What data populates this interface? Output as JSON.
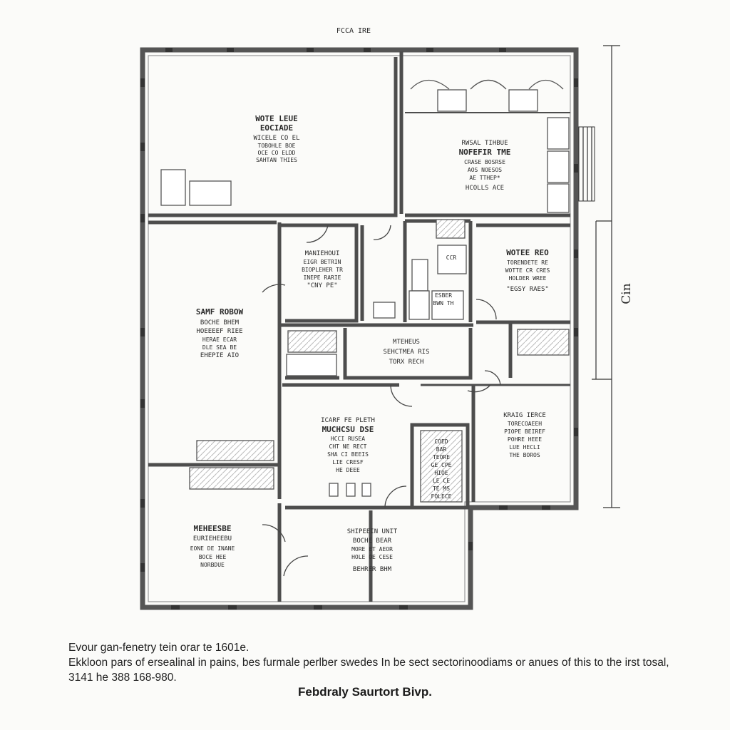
{
  "header": {
    "top_mark": "FCCA IRE"
  },
  "side_mark": "Cin",
  "rooms": [
    {
      "id": "nw",
      "lines": [
        "WOTE LEUE",
        "EOCIADE",
        "WICELE CO EL",
        "TOBOHLE BOE",
        "OCE CO ELDD",
        "SAHTAN THIES"
      ]
    },
    {
      "id": "ne",
      "lines": [
        "RWSAL TIHBUE",
        "NOFEFIR TME",
        "CRASE BOSRSE",
        "AOS NOESOS",
        "AE TTHEP*",
        "HCOLLS ACE"
      ]
    },
    {
      "id": "center-upper",
      "lines": [
        "MANIEHOUI",
        "EIGR BETRIN",
        "BIOPLEHER TR",
        "INEPE RARIE",
        "\"CNY PE\""
      ]
    },
    {
      "id": "bath",
      "lines": [
        "CCR"
      ]
    },
    {
      "id": "east",
      "lines": [
        "WOTEE REO",
        "TORENDETE RE",
        "WOTTE CR CRES",
        "HOLDER WREE",
        "\"EGSY RAES\""
      ]
    },
    {
      "id": "west",
      "lines": [
        "SAMF ROBOW",
        "BOCHE BHEM",
        "HOEEEEF RIEE",
        "HERAE ECAR",
        "DLE SEA BE",
        "EHEPIE AIO"
      ]
    },
    {
      "id": "center-mid",
      "lines": [
        "MTEHEUS",
        "SEHCTMEA RIS",
        "TORX RECH"
      ]
    },
    {
      "id": "small",
      "lines": [
        "ESBER",
        "BWN TH"
      ]
    },
    {
      "id": "center",
      "lines": [
        "ICARF FE PLETH",
        "MUCHCSU DSE",
        "HCCI RUSEA",
        "CHT NE RECT",
        "SHA CI BEEIS",
        "LIE CRESF",
        "HE DEEE"
      ]
    },
    {
      "id": "stair",
      "lines": [
        "COED",
        "BAR",
        "TEORE",
        "GE CPE",
        "HIOE",
        "LE CE",
        "TE MS",
        "FOLECE"
      ]
    },
    {
      "id": "se",
      "lines": [
        "KRAIG IERCE",
        "TORECOAEEH",
        "PIOPE BEIREF",
        "POHRE HEEE",
        "LUE HECLI",
        "THE BOROS"
      ]
    },
    {
      "id": "sw",
      "lines": [
        "MEHEESBE",
        "EURIEHEEBU",
        "EONE DE INANE",
        "BOCE HEE",
        "NORBDUE"
      ]
    },
    {
      "id": "south",
      "lines": [
        "SHIPEEIN UNIT",
        "BOCHE BEAR",
        "MORE ET AEOR",
        "HOLE OE CESE",
        "BEHRER BHM"
      ]
    }
  ],
  "notes": {
    "line1": "Evour gan-fenetry tein orar te 1601e.",
    "line2": "Ekkloon pars of ersealinal in pains, bes furmale perlber swedes In be sect sectorinoodiams or anues of this to the irst tosal,",
    "line3": "3141 he 388 168-980."
  },
  "caption": "Febdraly Saurtort Bivp."
}
